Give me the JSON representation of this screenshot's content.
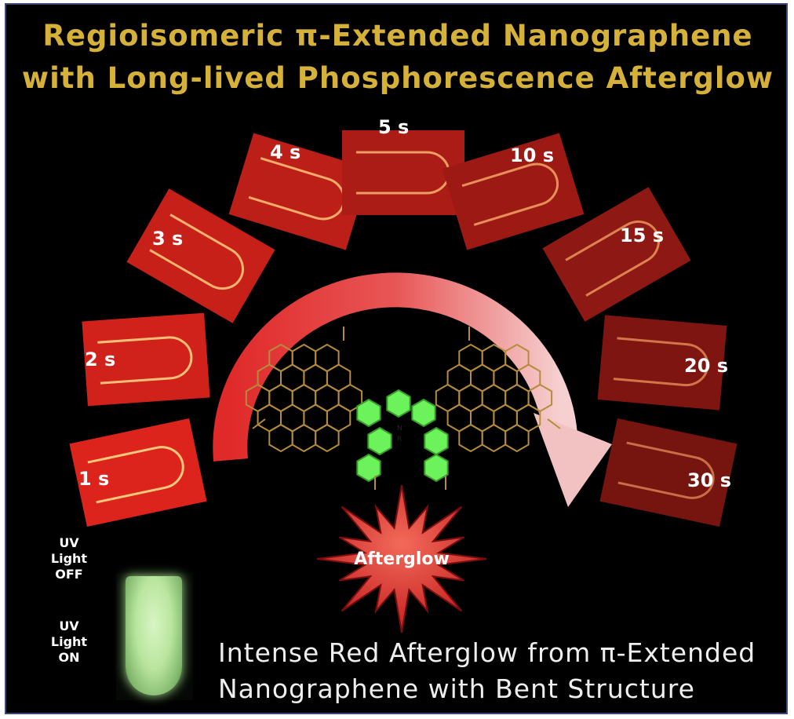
{
  "title": {
    "line1": "Regioisomeric π-Extended Nanographene",
    "line2": "with Long-lived Phosphorescence Afterglow"
  },
  "time_panels": [
    {
      "label": "1 s",
      "intensity": 1.0
    },
    {
      "label": "2 s",
      "intensity": 0.92
    },
    {
      "label": "3 s",
      "intensity": 0.85
    },
    {
      "label": "4 s",
      "intensity": 0.78
    },
    {
      "label": "5 s",
      "intensity": 0.68
    },
    {
      "label": "10 s",
      "intensity": 0.58
    },
    {
      "label": "15 s",
      "intensity": 0.48
    },
    {
      "label": "20 s",
      "intensity": 0.38
    },
    {
      "label": "30 s",
      "intensity": 0.32
    }
  ],
  "burst_label": "Afterglow",
  "uv": {
    "off_label_1": "UV Light",
    "off_label_2": "OFF",
    "on_label_1": "UV Light",
    "on_label_2": "ON"
  },
  "caption": {
    "line1": "Intense Red Afterglow from π-Extended",
    "line2": "Nanographene with Bent Structure"
  },
  "molecule_atom_labels": [
    "N",
    "R"
  ],
  "colors": {
    "title": "#d6b13a",
    "background": "#000000",
    "frame": "#3a4a7a",
    "arrow_start": "#e02a2a",
    "arrow_end": "#f4c9c9",
    "burst": "#e23b3b",
    "molecule_bond": "#b58b3c",
    "molecule_highlight": "#6cf25a",
    "uv_glow": "#b9e59e"
  }
}
